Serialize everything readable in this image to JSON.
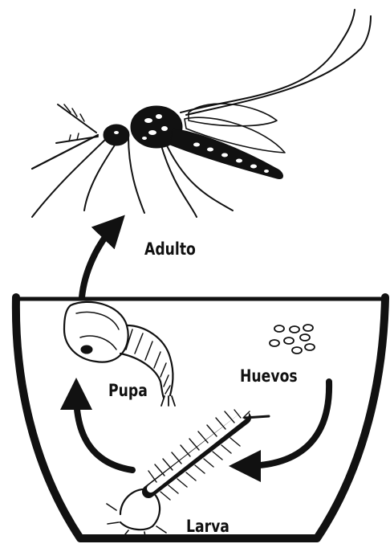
{
  "stages": {
    "adult": "Adulto",
    "pupa": "Pupa",
    "eggs": "Huevos",
    "larva": "Larva"
  },
  "colors": {
    "ink": "#111111",
    "background": "#ffffff"
  },
  "icons": {
    "adult": "mosquito-icon",
    "pupa": "pupa-icon",
    "eggs": "eggs-icon",
    "larva": "larva-icon"
  }
}
